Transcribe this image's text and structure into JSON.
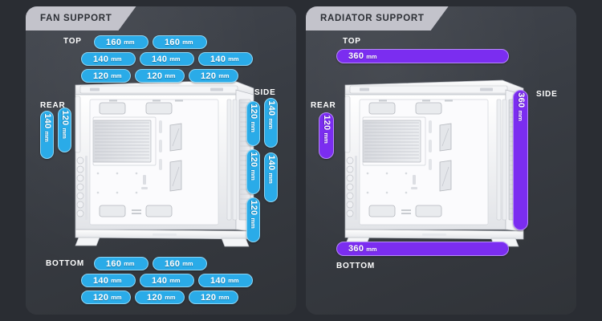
{
  "page": {
    "background_color": "#2a2d33",
    "panel_color": "#3c4047"
  },
  "colors": {
    "fan_badge": "#2aabe8",
    "fan_badge_border": "#8fd6f5",
    "radiator_badge": "#7b2df0",
    "radiator_badge_border": "#b68bf7",
    "tab_background": "#c3c3cb",
    "tab_text": "#2c2f35",
    "label_text": "#ffffff",
    "case_outline": "#ffffff"
  },
  "panels": [
    {
      "id": "fan-support",
      "tab_label": "FAN SUPPORT",
      "badge_style": "fan",
      "sections": {
        "top": {
          "label": "TOP",
          "rows": [
            {
              "badges": [
                {
                  "size": "160",
                  "unit": "mm"
                },
                {
                  "size": "160",
                  "unit": "mm"
                }
              ]
            },
            {
              "badges": [
                {
                  "size": "140",
                  "unit": "mm"
                },
                {
                  "size": "140",
                  "unit": "mm"
                },
                {
                  "size": "140",
                  "unit": "mm"
                }
              ]
            },
            {
              "badges": [
                {
                  "size": "120",
                  "unit": "mm"
                },
                {
                  "size": "120",
                  "unit": "mm"
                },
                {
                  "size": "120",
                  "unit": "mm"
                }
              ]
            }
          ]
        },
        "rear": {
          "label": "REAR",
          "badges": [
            {
              "size": "140",
              "unit": "mm"
            },
            {
              "size": "120",
              "unit": "mm"
            }
          ]
        },
        "side": {
          "label": "SIDE",
          "column_left": [
            {
              "size": "120",
              "unit": "mm"
            },
            {
              "size": "120",
              "unit": "mm"
            },
            {
              "size": "120",
              "unit": "mm"
            }
          ],
          "column_right": [
            {
              "size": "140",
              "unit": "mm"
            },
            {
              "size": "140",
              "unit": "mm"
            }
          ]
        },
        "bottom": {
          "label": "BOTTOM",
          "rows": [
            {
              "badges": [
                {
                  "size": "160",
                  "unit": "mm"
                },
                {
                  "size": "160",
                  "unit": "mm"
                }
              ]
            },
            {
              "badges": [
                {
                  "size": "140",
                  "unit": "mm"
                },
                {
                  "size": "140",
                  "unit": "mm"
                },
                {
                  "size": "140",
                  "unit": "mm"
                }
              ]
            },
            {
              "badges": [
                {
                  "size": "120",
                  "unit": "mm"
                },
                {
                  "size": "120",
                  "unit": "mm"
                },
                {
                  "size": "120",
                  "unit": "mm"
                }
              ]
            }
          ]
        }
      }
    },
    {
      "id": "radiator-support",
      "tab_label": "RADIATOR SUPPORT",
      "badge_style": "rad",
      "sections": {
        "top": {
          "label": "TOP",
          "badges": [
            {
              "size": "360",
              "unit": "mm"
            }
          ]
        },
        "rear": {
          "label": "REAR",
          "badges": [
            {
              "size": "120",
              "unit": "mm"
            }
          ]
        },
        "side": {
          "label": "SIDE",
          "badges": [
            {
              "size": "360",
              "unit": "mm"
            }
          ]
        },
        "bottom": {
          "label": "BOTTOM",
          "badges": [
            {
              "size": "360",
              "unit": "mm"
            }
          ]
        }
      }
    }
  ]
}
